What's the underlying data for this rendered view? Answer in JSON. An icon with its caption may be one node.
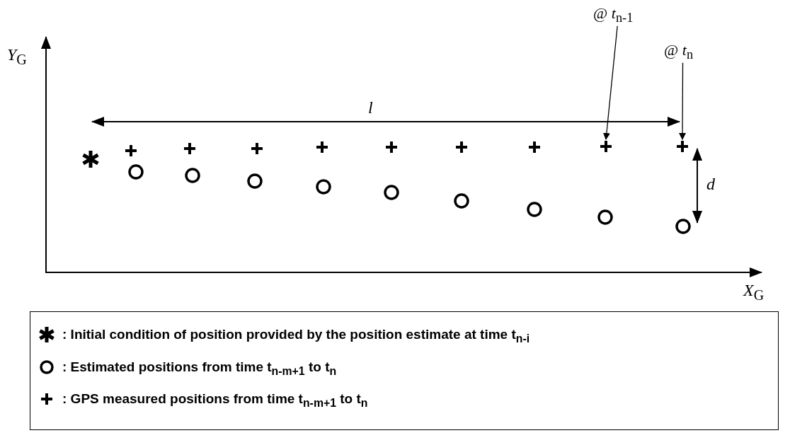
{
  "diagram": {
    "nodes": [
      {
        "text": [
          "@ *t*$_{n-1}$"
        ]
      },
      {
        "text": [
          "@ *t*$_{n}$"
        ]
      },
      {
        "text": [],
        "shape": "cross"
      },
      {
        "text": [],
        "shape": "cross"
      }
    ],
    "edges": [
      {
        "from": 0,
        "to": 2,
        "arrow": "to"
      },
      {
        "from": 1,
        "to": 3,
        "arrow": "to"
      }
    ],
    "labels": [
      "*Y*$_{G}$",
      "*l*",
      "*d*",
      "*X*$_{G}$"
    ],
    "legend": [
      {
        "text": ": Initial condition of position provided by the position estimate at time t$_{n-i}$"
      },
      {
        "text": ": Estimated positions from time t$_{n-m+1}$ to t$_{n}$"
      },
      {
        "text": ": GPS measured positions from time t$_{n-m+1}$ to t$_{n}$"
      }
    ]
  }
}
